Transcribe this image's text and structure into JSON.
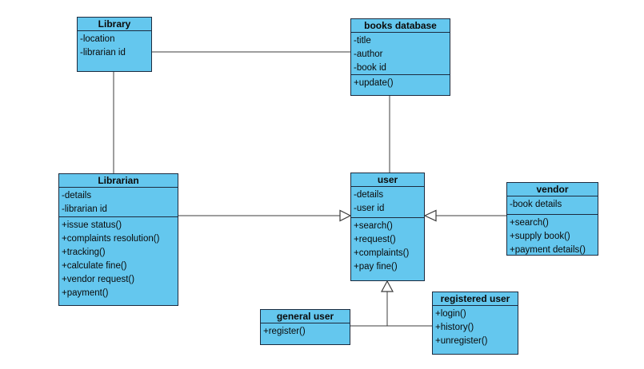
{
  "diagram": {
    "type": "uml-class-diagram",
    "subject": "library management system",
    "colors": {
      "class_fill": "#64c7ee",
      "class_border": "#1c2b3f",
      "connector": "#3c3c3c",
      "text": "#0a0a0a",
      "background": "#ffffff"
    },
    "classes": [
      {
        "id": "library",
        "name": "Library",
        "attributes": [
          "-location",
          "-librarian id"
        ],
        "methods": []
      },
      {
        "id": "books_database",
        "name": "books database",
        "attributes": [
          "-title",
          "-author",
          "-book id"
        ],
        "methods": [
          "+update()"
        ]
      },
      {
        "id": "librarian",
        "name": "Librarian",
        "attributes": [
          "-details",
          "-librarian id"
        ],
        "methods": [
          "+issue status()",
          "+complaints resolution()",
          "+tracking()",
          "+calculate fine()",
          "+vendor request()",
          "+payment()"
        ]
      },
      {
        "id": "user",
        "name": "user",
        "attributes": [
          "-details",
          "-user id"
        ],
        "methods": [
          "+search()",
          "+request()",
          "+complaints()",
          "+pay fine()"
        ]
      },
      {
        "id": "vendor",
        "name": "vendor",
        "attributes": [
          "-book details"
        ],
        "methods": [
          "+search()",
          "+supply book()",
          "+payment details()"
        ]
      },
      {
        "id": "general_user",
        "name": "general user",
        "attributes": [],
        "methods": [
          "+register()"
        ]
      },
      {
        "id": "registered_user",
        "name": "registered user",
        "attributes": [],
        "methods": [
          "+login()",
          "+history()",
          "+unregister()"
        ]
      }
    ],
    "relationships": [
      {
        "from": "Library",
        "to": "books database",
        "type": "association"
      },
      {
        "from": "Library",
        "to": "Librarian",
        "type": "association"
      },
      {
        "from": "books database",
        "to": "user",
        "type": "association"
      },
      {
        "from": "Librarian",
        "to": "user",
        "type": "generalization"
      },
      {
        "from": "vendor",
        "to": "user",
        "type": "generalization"
      },
      {
        "from": "general user",
        "to": "user",
        "type": "generalization"
      },
      {
        "from": "registered user",
        "to": "user",
        "type": "generalization"
      }
    ]
  }
}
